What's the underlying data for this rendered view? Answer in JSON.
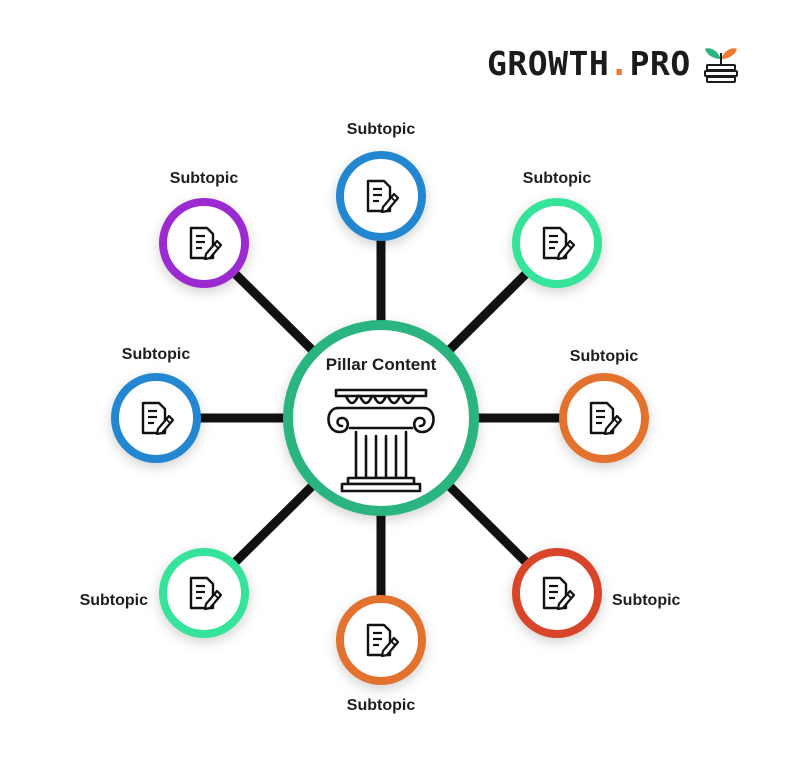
{
  "brand": {
    "name_part1": "GROWTH",
    "name_dot": ".",
    "name_part2": "PRO",
    "accent_color": "#ee7a33",
    "icon": "plant-on-coins-icon"
  },
  "center": {
    "title": "Pillar Content",
    "icon": "ionic-column-icon",
    "ring_color": "#2bb47f"
  },
  "nodes": [
    {
      "id": "top",
      "label": "Subtopic",
      "ring_color": "#2386d0",
      "icon": "document-edit-icon"
    },
    {
      "id": "top-right",
      "label": "Subtopic",
      "ring_color": "#36e39a",
      "icon": "document-edit-icon"
    },
    {
      "id": "right",
      "label": "Subtopic",
      "ring_color": "#e3722d",
      "icon": "document-edit-icon"
    },
    {
      "id": "bottom-right",
      "label": "Subtopic",
      "ring_color": "#d9452a",
      "icon": "document-edit-icon"
    },
    {
      "id": "bottom",
      "label": "Subtopic",
      "ring_color": "#e3722d",
      "icon": "document-edit-icon"
    },
    {
      "id": "bottom-left",
      "label": "Subtopic",
      "ring_color": "#36e39a",
      "icon": "document-edit-icon"
    },
    {
      "id": "left",
      "label": "Subtopic",
      "ring_color": "#2386d0",
      "icon": "document-edit-icon"
    },
    {
      "id": "top-left",
      "label": "Subtopic",
      "ring_color": "#9b2bd0",
      "icon": "document-edit-icon"
    }
  ]
}
